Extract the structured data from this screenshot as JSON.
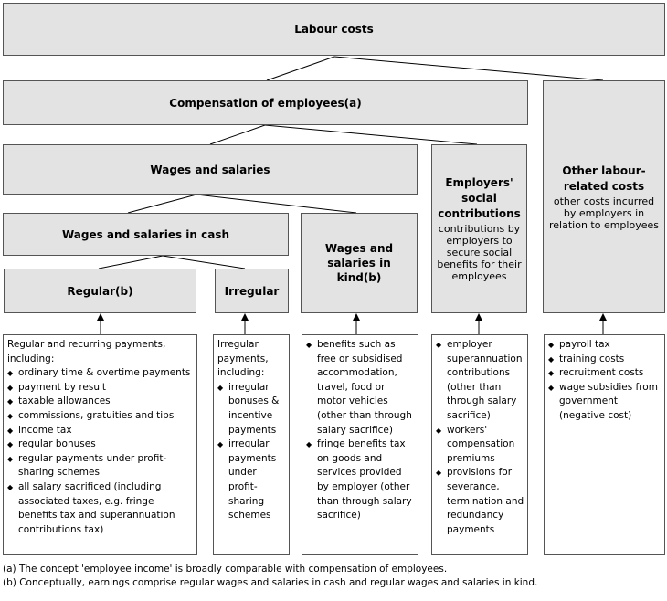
{
  "labour_costs": "Labour costs",
  "compensation": "Compensation of employees(a)",
  "wages_salaries": "Wages and salaries",
  "wages_cash": "Wages and salaries in cash",
  "wages_kind": "Wages and salaries in kind(b)",
  "regular": "Regular(b)",
  "irregular": "Irregular",
  "employers": {
    "title": "Employers' social contributions",
    "desc": "contributions by employers to secure social benefits for their employees"
  },
  "other": {
    "title": "Other labour-related costs",
    "desc": "other costs incurred by employers in relation to employees"
  },
  "details": {
    "regular": {
      "intro": "Regular and recurring payments, including:",
      "items": [
        "ordinary time & overtime payments",
        "payment by result",
        "taxable allowances",
        "commissions, gratuities and tips",
        "income tax",
        "regular bonuses",
        "regular payments under profit-sharing schemes",
        "all salary sacrificed (including associated taxes, e.g. fringe benefits tax and superannuation contributions tax)"
      ]
    },
    "irregular": {
      "intro": "Irregular payments, including:",
      "items": [
        "irregular bonuses & incentive payments",
        "irregular payments under profit-sharing schemes"
      ]
    },
    "kind": {
      "items": [
        "benefits such as free or subsidised accommodation, travel, food or motor vehicles (other than through salary sacrifice)",
        "fringe benefits tax on goods and services provided by employer (other than through salary sacrifice)"
      ]
    },
    "employers": {
      "items": [
        "employer superannuation contributions (other than through salary sacrifice)",
        "workers' compensation premiums",
        "provisions for severance, termination and redundancy payments"
      ]
    },
    "other": {
      "items": [
        "payroll tax",
        "training costs",
        "recruitment costs",
        "wage subsidies from government (negative cost)"
      ]
    }
  },
  "footnotes": [
    "(a) The concept 'employee income' is broadly comparable with compensation of employees.",
    "(b) Conceptually, earnings comprise regular wages and salaries in cash and regular wages and salaries in kind."
  ]
}
